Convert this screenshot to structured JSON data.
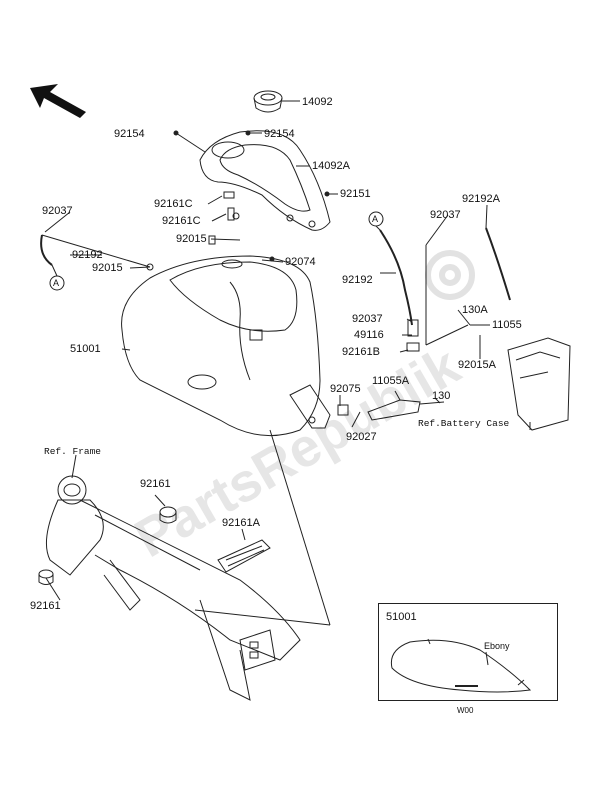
{
  "labels": {
    "p14092": "14092",
    "p92154a": "92154",
    "p92154b": "92154",
    "p14092A": "14092A",
    "p92037a": "92037",
    "p92161C_a": "92161C",
    "p92161C_b": "92161C",
    "p92151": "92151",
    "p92192A": "92192A",
    "p92192a": "92192",
    "p92015a": "92015",
    "p92015b": "92015",
    "p92074": "92074",
    "p92037b": "92037",
    "p92192b": "92192",
    "p130A": "130A",
    "p11055": "11055",
    "p92037c": "92037",
    "p49116": "49116",
    "p92161B": "92161B",
    "p92015A": "92015A",
    "p51001": "51001",
    "p11055A": "11055A",
    "p130": "130",
    "p92075": "92075",
    "p92027": "92027",
    "refBattery": "Ref.Battery Case",
    "refFrame": "Ref. Frame",
    "p92161a": "92161",
    "p92161A": "92161A",
    "p92161b": "92161",
    "circleA1": "A",
    "circleA2": "A"
  },
  "inset": {
    "part": "51001",
    "color": "Ebony",
    "code": "W00"
  },
  "watermark": "PartsRepublik"
}
